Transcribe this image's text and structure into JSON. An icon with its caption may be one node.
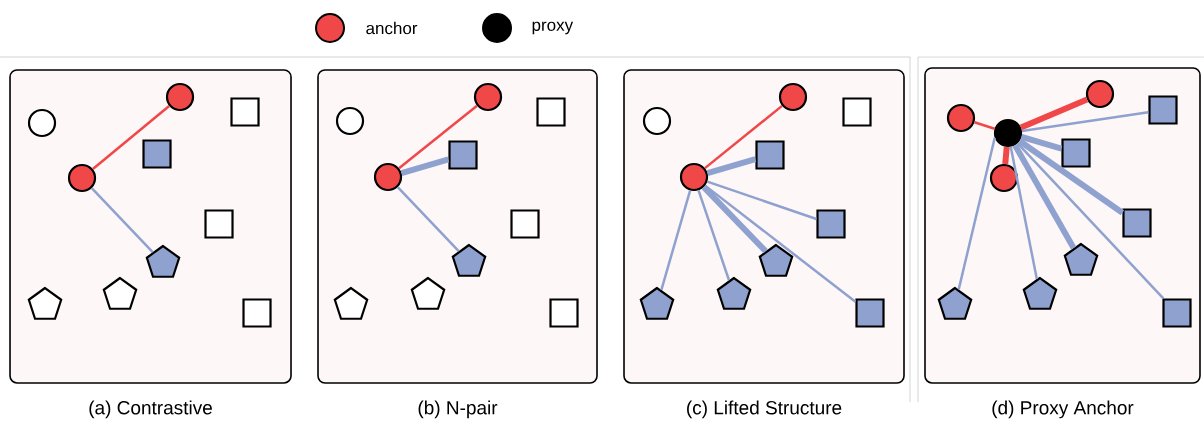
{
  "diagram": {
    "nodes": [
      {
        "text": [],
        "shape": "box",
        "beside": [
          "(a) Contrastive"
        ]
      },
      {
        "text": [],
        "shape": "circle",
        "in": 0
      },
      {
        "text": [],
        "shape": "box",
        "in": 0
      },
      {
        "text": [],
        "shape": "circle",
        "in": 0
      },
      {
        "text": [],
        "shape": "box",
        "in": 0
      },
      {
        "text": [],
        "shape": "circle",
        "in": 0
      },
      {
        "text": [],
        "shape": "box",
        "in": 0
      },
      {
        "text": [],
        "shape": "pentagon",
        "in": 0
      },
      {
        "text": [],
        "shape": "pentagon",
        "in": 0
      },
      {
        "text": [],
        "shape": "pentagon",
        "in": 0
      },
      {
        "text": [],
        "shape": "box",
        "in": 0
      },
      {
        "text": [],
        "shape": "box",
        "beside": [
          "(b) N-pair"
        ]
      },
      {
        "text": [],
        "shape": "circle",
        "in": 11
      },
      {
        "text": [],
        "shape": "box",
        "in": 11
      },
      {
        "text": [],
        "shape": "circle",
        "in": 11
      },
      {
        "text": [],
        "shape": "box",
        "in": 11
      },
      {
        "text": [],
        "shape": "circle",
        "in": 11
      },
      {
        "text": [],
        "shape": "box",
        "in": 11
      },
      {
        "text": [],
        "shape": "pentagon",
        "in": 11
      },
      {
        "text": [],
        "shape": "pentagon",
        "in": 11
      },
      {
        "text": [],
        "shape": "pentagon",
        "in": 11
      },
      {
        "text": [],
        "shape": "box",
        "in": 11
      },
      {
        "text": [],
        "shape": "box",
        "beside": [
          "(c) Lifted Structure"
        ]
      },
      {
        "text": [],
        "shape": "circle",
        "in": 22
      },
      {
        "text": [],
        "shape": "box",
        "in": 22
      },
      {
        "text": [],
        "shape": "circle",
        "in": 22
      },
      {
        "text": [],
        "shape": "box",
        "in": 22
      },
      {
        "text": [],
        "shape": "circle",
        "in": 22
      },
      {
        "text": [],
        "shape": "box",
        "in": 22
      },
      {
        "text": [],
        "shape": "pentagon",
        "in": 22
      },
      {
        "text": [],
        "shape": "pentagon",
        "in": 22
      },
      {
        "text": [],
        "shape": "pentagon",
        "in": 22
      },
      {
        "text": [],
        "shape": "box",
        "in": 22
      },
      {
        "text": [],
        "shape": "box",
        "beside": [
          "(d) Proxy Anchor"
        ]
      },
      {
        "text": [],
        "shape": "circle",
        "in": 33
      },
      {
        "text": [],
        "shape": "box",
        "in": 33
      },
      {
        "text": [],
        "shape": "circle",
        "in": 33
      },
      {
        "text": [],
        "shape": "circle",
        "in": 33
      },
      {
        "text": [],
        "shape": "box",
        "in": 33
      },
      {
        "text": [],
        "shape": "circle",
        "in": 33
      },
      {
        "text": [],
        "shape": "box",
        "in": 33
      },
      {
        "text": [],
        "shape": "pentagon",
        "in": 33
      },
      {
        "text": [],
        "shape": "pentagon",
        "in": 33
      },
      {
        "text": [],
        "shape": "pentagon",
        "in": 33
      },
      {
        "text": [],
        "shape": "box",
        "in": 33
      }
    ],
    "edges": [
      {
        "from": 5,
        "to": 1,
        "arrow": "none",
        "color": "#f04848"
      },
      {
        "from": 5,
        "to": 7,
        "arrow": "none"
      },
      {
        "from": 16,
        "to": 12,
        "arrow": "none",
        "color": "#f04848"
      },
      {
        "from": 16,
        "to": 15,
        "arrow": "none",
        "style": "thick"
      },
      {
        "from": 16,
        "to": 18,
        "arrow": "none"
      },
      {
        "from": 27,
        "to": 23,
        "arrow": "none",
        "color": "#f04848"
      },
      {
        "from": 27,
        "to": 26,
        "arrow": "none",
        "style": "thick"
      },
      {
        "from": 27,
        "to": 28,
        "arrow": "none"
      },
      {
        "from": 27,
        "to": 29,
        "arrow": "none",
        "style": "thick"
      },
      {
        "from": 27,
        "to": 30,
        "arrow": "none"
      },
      {
        "from": 27,
        "to": 31,
        "arrow": "none"
      },
      {
        "from": 27,
        "to": 32,
        "arrow": "none"
      },
      {
        "from": 37,
        "to": 34,
        "arrow": "none",
        "style": "thick",
        "color": "#f04848"
      },
      {
        "from": 37,
        "to": 36,
        "arrow": "none",
        "color": "#f04848"
      },
      {
        "from": 37,
        "to": 39,
        "arrow": "none",
        "style": "thick",
        "color": "#f04848"
      },
      {
        "from": 37,
        "to": 35,
        "arrow": "none"
      },
      {
        "from": 37,
        "to": 38,
        "arrow": "none",
        "style": "thick"
      },
      {
        "from": 37,
        "to": 40,
        "arrow": "none",
        "style": "thick"
      },
      {
        "from": 37,
        "to": 41,
        "arrow": "none",
        "style": "thick"
      },
      {
        "from": 37,
        "to": 42,
        "arrow": "none"
      },
      {
        "from": 37,
        "to": 43,
        "arrow": "none"
      },
      {
        "from": 37,
        "to": 44,
        "arrow": "none"
      }
    ],
    "legend": [
      {
        "text": "anchor",
        "color": "#f04848"
      },
      {
        "text": "proxy",
        "color": "#000000"
      }
    ]
  }
}
